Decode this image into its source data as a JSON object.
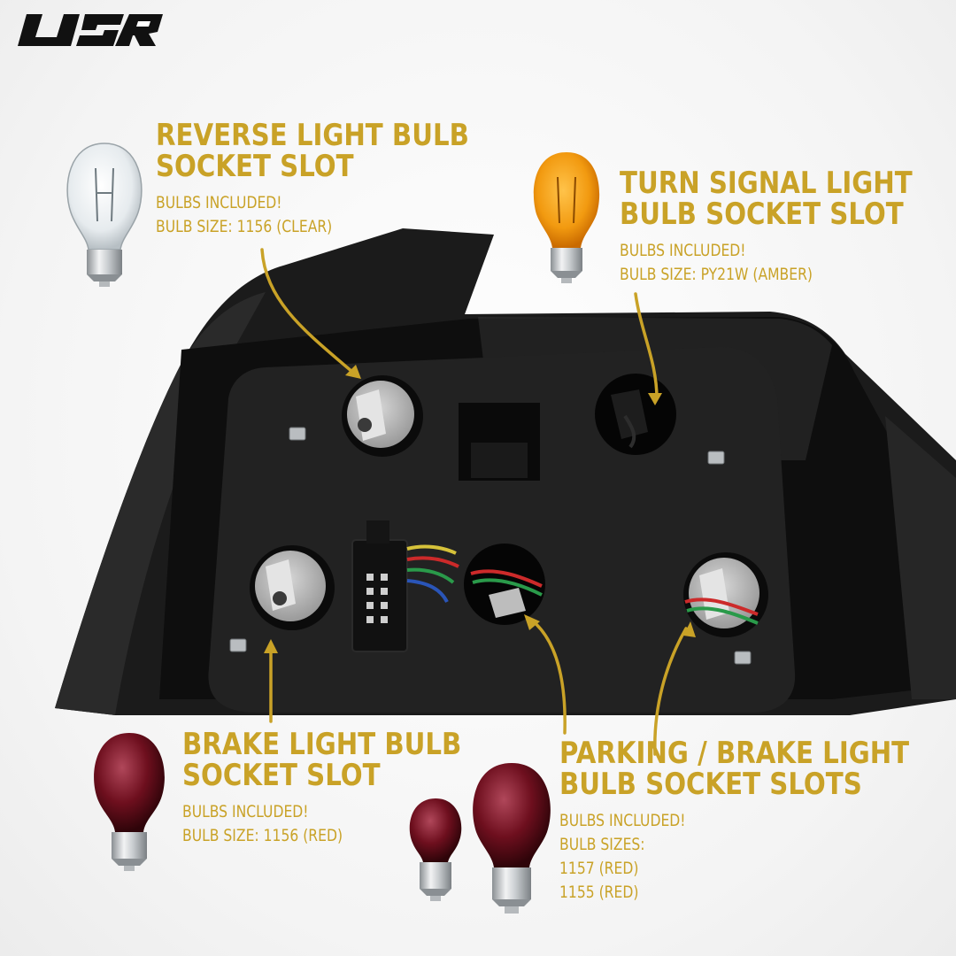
{
  "brand": {
    "logo_text": "USR",
    "accent_color": "#c9a227"
  },
  "callouts": {
    "reverse": {
      "title_line1": "REVERSE LIGHT BULB",
      "title_line2": "SOCKET SLOT",
      "line1": "BULBS INCLUDED!",
      "line2": "BULB SIZE: 1156 (CLEAR)"
    },
    "turn": {
      "title_line1": "TURN SIGNAL LIGHT",
      "title_line2": "BULB SOCKET SLOT",
      "line1": "BULBS INCLUDED!",
      "line2": "BULB SIZE: PY21W (AMBER)"
    },
    "brake": {
      "title_line1": "BRAKE LIGHT BULB",
      "title_line2": "SOCKET SLOT",
      "line1": "BULBS INCLUDED!",
      "line2": "BULB SIZE: 1156 (RED)"
    },
    "parking": {
      "title_line1": "PARKING / BRAKE LIGHT",
      "title_line2": "BULB SOCKET SLOTS",
      "line1": "BULBS INCLUDED!",
      "line2": "BULB SIZES:",
      "line3": "1157 (RED)",
      "line4": "1155 (RED)"
    }
  },
  "bulbs": [
    {
      "name": "clear-bulb-icon",
      "color": "#e8ecef"
    },
    {
      "name": "amber-bulb-icon",
      "color": "#f29a10"
    },
    {
      "name": "red-bulb-icon",
      "color": "#6e0f1e"
    }
  ]
}
